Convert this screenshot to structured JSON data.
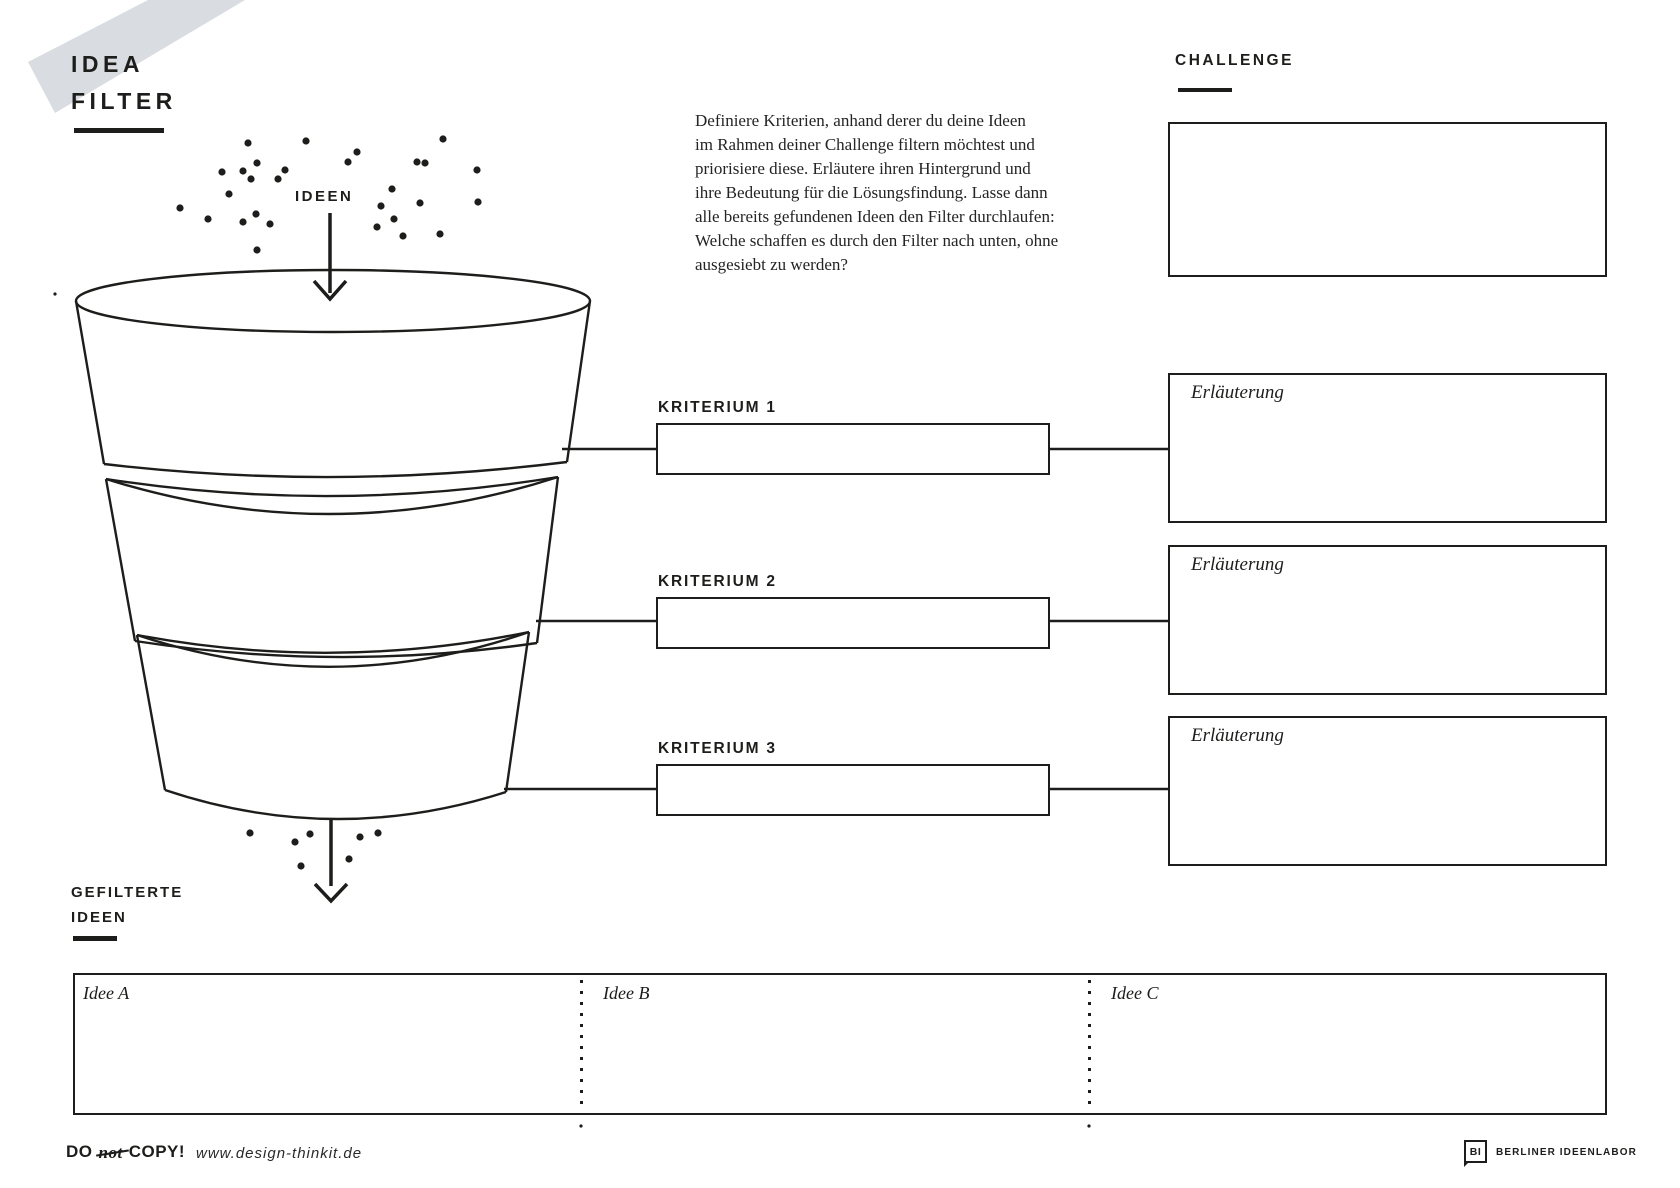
{
  "colors": {
    "ink": "#1d1d1b",
    "ribbon": "#d9dce1",
    "paper": "#ffffff"
  },
  "header": {
    "title": "IDEA\nFILTER"
  },
  "intro_paragraph": "Definiere Kriterien, anhand derer du deine Ideen\nim Rahmen deiner Challenge filtern möchtest und\npriorisiere diese. Erläutere ihren Hintergrund und\nihre Bedeutung für die Lösungsfindung. Lasse dann\nalle bereits gefundenen Ideen den Filter durchlaufen:\nWelche schaffen es durch den Filter nach unten, ohne\nausgesiebt zu werden?",
  "funnel": {
    "input_label": "IDEEN",
    "output_label": "GEFILTERTE\nIDEEN"
  },
  "challenge": {
    "label": "CHALLENGE"
  },
  "criteria": [
    {
      "label": "KRITERIUM 1",
      "note_label": "Erläuterung"
    },
    {
      "label": "KRITERIUM 2",
      "note_label": "Erläuterung"
    },
    {
      "label": "KRITERIUM 3",
      "note_label": "Erläuterung"
    }
  ],
  "filtered_ideas": [
    "Idee A",
    "Idee B",
    "Idee C"
  ],
  "footer": {
    "do_word": "DO",
    "not_word": "not",
    "copy_word": "COPY!",
    "website": "www.design-thinkit.de",
    "logo_initials": "BI",
    "logo_name": "BERLINER IDEENLABOR"
  }
}
